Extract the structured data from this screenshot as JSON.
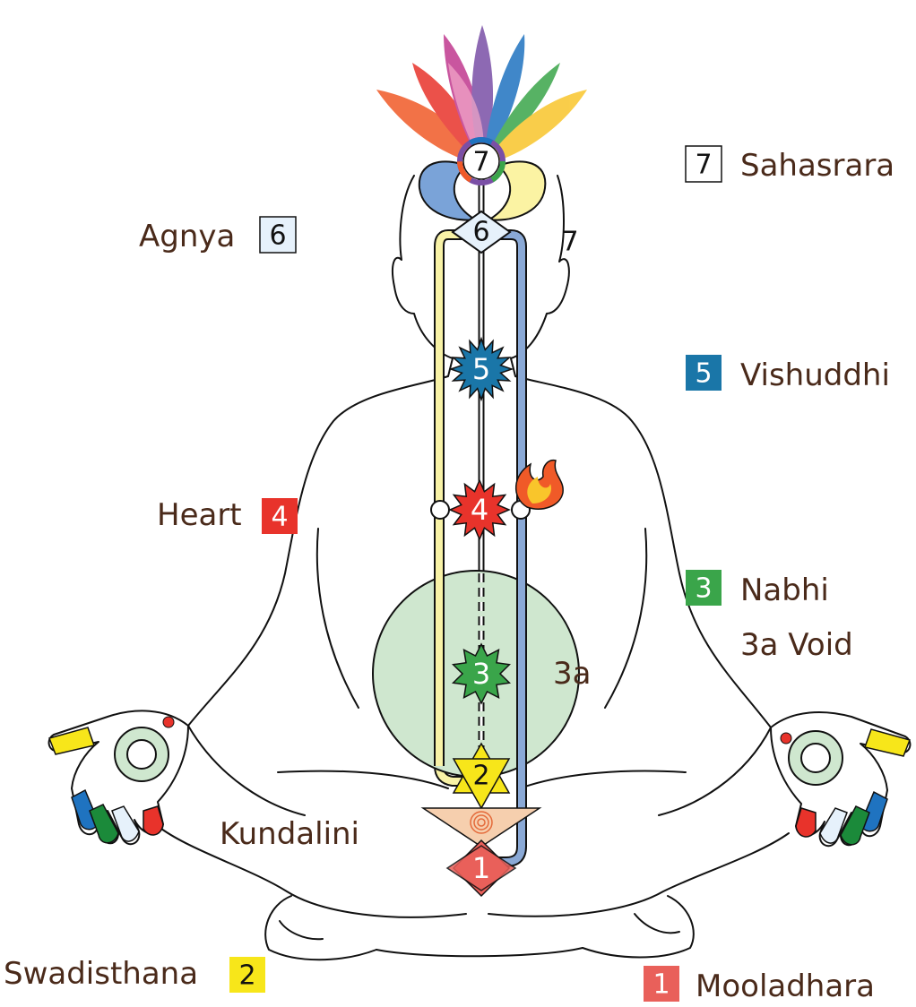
{
  "colors": {
    "text": "#4a2a1a",
    "sahasrara": "#ffffff",
    "agnya": "#e6f1fb",
    "vishuddhi": "#1a76a8",
    "heart": "#e8332b",
    "nabhi": "#3aa54a",
    "void": "#cfe7cf",
    "swadisthana": "#f7e61a",
    "mooladhara": "#e9605a",
    "left_channel": "#f8f2a6",
    "right_channel": "#8aa9d6",
    "kundalini_triangle": "#f6cfae"
  },
  "labels": {
    "sahasrara": {
      "num": "7",
      "name": "Sahasrara"
    },
    "agnya": {
      "name": "Agnya",
      "num": "6"
    },
    "vishuddhi": {
      "num": "5",
      "name": "Vishuddhi"
    },
    "heart": {
      "name": "Heart",
      "num": "4"
    },
    "nabhi": {
      "num": "3",
      "name": "Nabhi"
    },
    "void": "3a Void",
    "kundalini": "Kundalini",
    "swadisthana": {
      "name": "Swadisthana",
      "num": "2"
    },
    "mooladhara": {
      "num": "1",
      "name": "Mooladhara"
    },
    "right_seven": "7",
    "void_inner": "3a"
  },
  "chakras": {
    "c7": "7",
    "c6": "6",
    "c5": "5",
    "c4": "4",
    "c3": "3",
    "c2": "2",
    "c1": "1"
  },
  "icons": [
    "lotus-crown-icon",
    "flame-icon",
    "spiral-icon",
    "left-hand-icon",
    "right-hand-icon"
  ]
}
